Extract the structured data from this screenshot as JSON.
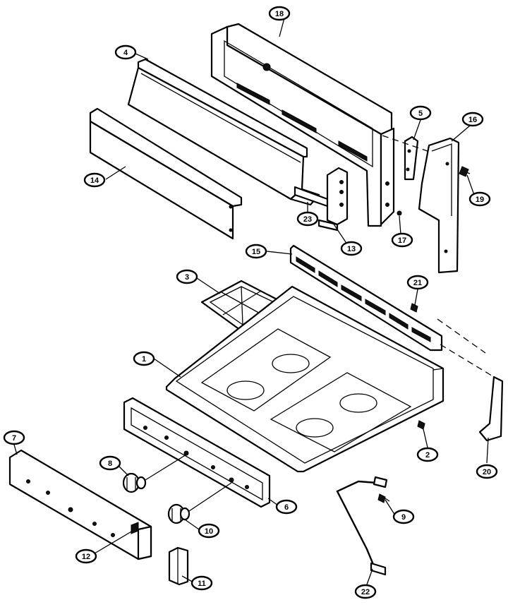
{
  "callouts": [
    {
      "id": "c18",
      "label": "18"
    },
    {
      "id": "c4",
      "label": "4"
    },
    {
      "id": "c5",
      "label": "5"
    },
    {
      "id": "c16",
      "label": "16"
    },
    {
      "id": "c14",
      "label": "14"
    },
    {
      "id": "c19",
      "label": "19"
    },
    {
      "id": "c23",
      "label": "23"
    },
    {
      "id": "c13",
      "label": "13"
    },
    {
      "id": "c17",
      "label": "17"
    },
    {
      "id": "c15",
      "label": "15"
    },
    {
      "id": "c3",
      "label": "3"
    },
    {
      "id": "c21",
      "label": "21"
    },
    {
      "id": "c1",
      "label": "1"
    },
    {
      "id": "c7",
      "label": "7"
    },
    {
      "id": "c2",
      "label": "2"
    },
    {
      "id": "c8",
      "label": "8"
    },
    {
      "id": "c20",
      "label": "20"
    },
    {
      "id": "c6",
      "label": "6"
    },
    {
      "id": "c9",
      "label": "9"
    },
    {
      "id": "c10",
      "label": "10"
    },
    {
      "id": "c12",
      "label": "12"
    },
    {
      "id": "c11",
      "label": "11"
    },
    {
      "id": "c22",
      "label": "22"
    }
  ]
}
